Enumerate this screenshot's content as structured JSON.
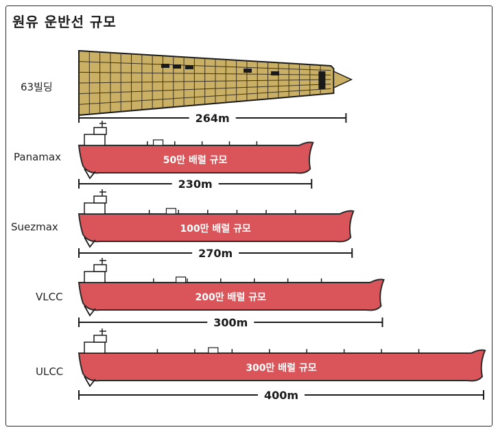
{
  "title": "원유 운반선 규모",
  "colors": {
    "hull": "#d9555a",
    "hull_stroke": "#2a2a2a",
    "building": "#c9b064",
    "building_grid": "#3a3020",
    "ink": "#1a1a1a"
  },
  "building": {
    "label": "63빌딩",
    "length_label": "264m",
    "length_m": 264
  },
  "ships": [
    {
      "name": "Panamax",
      "capacity_label": "50만 배럴 규모",
      "length_label": "230m",
      "length_m": 230
    },
    {
      "name": "Suezmax",
      "capacity_label": "100만 배럴 규모",
      "length_label": "270m",
      "length_m": 270
    },
    {
      "name": "VLCC",
      "capacity_label": "200만 배럴 규모",
      "length_label": "300m",
      "length_m": 300
    },
    {
      "name": "ULCC",
      "capacity_label": "300만 배럴 규모",
      "length_label": "400m",
      "length_m": 400
    }
  ]
}
